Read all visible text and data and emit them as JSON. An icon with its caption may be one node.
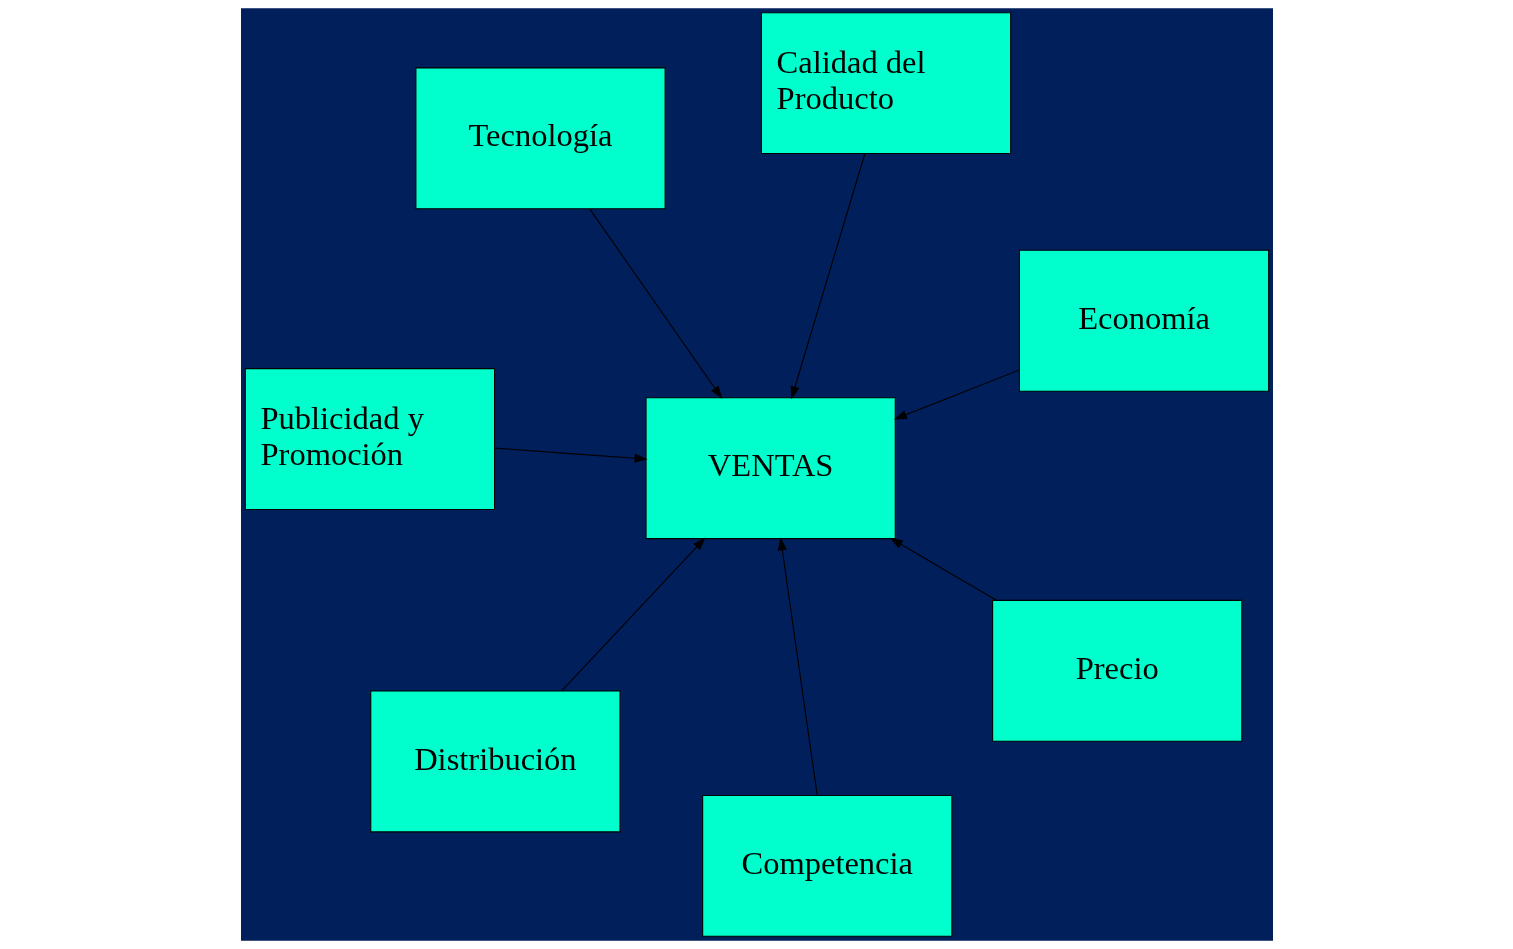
{
  "diagram": {
    "nodes": [
      {
        "text": [
          "Tecnología"
        ]
      },
      {
        "text": [
          "Economía"
        ]
      },
      {
        "text": [
          "Competencia"
        ]
      },
      {
        "text": [
          "VENTAS"
        ]
      },
      {
        "text": [
          "Calidad del Producto"
        ]
      },
      {
        "text": [
          "Publicidad y Promoción"
        ]
      },
      {
        "text": [
          "Distribución"
        ]
      },
      {
        "text": [
          "Precio"
        ]
      }
    ],
    "edges": [
      {
        "from": 0,
        "to": 3,
        "arrow": "to"
      },
      {
        "from": 1,
        "to": 3,
        "arrow": "to"
      },
      {
        "from": 2,
        "to": 3,
        "arrow": "to"
      },
      {
        "from": 4,
        "to": 3,
        "arrow": "to"
      },
      {
        "from": 5,
        "to": 3,
        "arrow": "to"
      },
      {
        "from": 6,
        "to": 3,
        "arrow": "to"
      },
      {
        "from": 7,
        "to": 3,
        "arrow": "to"
      }
    ]
  }
}
